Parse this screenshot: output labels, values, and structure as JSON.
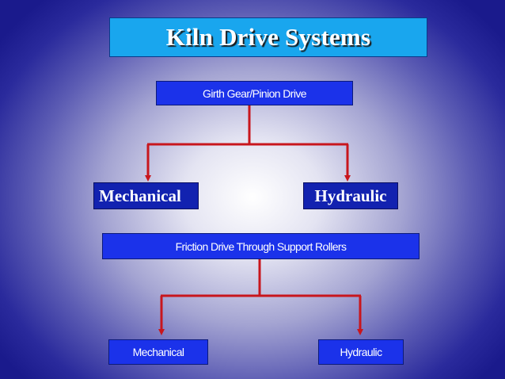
{
  "title": "Kiln Drive Systems",
  "nodes": {
    "girth": "Girth Gear/Pinion Drive",
    "mechanical_1": "Mechanical",
    "hydraulic_1": "Hydraulic",
    "friction": "Friction Drive Through Support Rollers",
    "mechanical_2": "Mechanical",
    "hydraulic_2": "Hydraulic"
  },
  "colors": {
    "connector": "#c8161d",
    "title_bg": "#19a6ee",
    "node_bg": "#1b32ea"
  }
}
